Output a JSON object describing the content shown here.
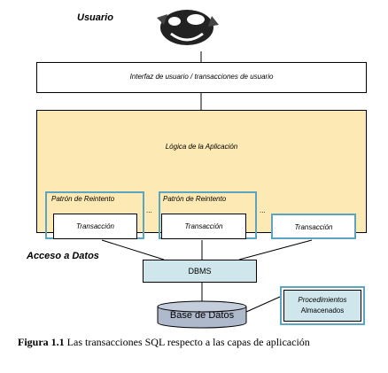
{
  "user": {
    "label": "Usuario",
    "icon": "user-avatar-icon"
  },
  "ui_layer": {
    "label": "Interfaz de usuario / transacciones de usuario"
  },
  "app_logic": {
    "label": "Lógica de la Aplicación",
    "fill": "#fde9b3"
  },
  "patterns": [
    {
      "label": "Patrón de Reintento"
    },
    {
      "label": "Patrón de Reintento"
    }
  ],
  "transactions": [
    {
      "label": "Transacción"
    },
    {
      "label": "Transacción"
    },
    {
      "label": "Transacción"
    }
  ],
  "ellipsis": [
    "...",
    "..."
  ],
  "data_access": {
    "label": "Acceso a Datos"
  },
  "dbms": {
    "label": "DBMS",
    "fill": "#cfe7ec"
  },
  "database": {
    "label": "Base de Datos",
    "fill": "#aeb9cc"
  },
  "stored_procedures": {
    "line1": "Procedimientos",
    "line2": "Almacenados",
    "fill": "#cfe7ec"
  },
  "caption": {
    "label": "Figura 1.1",
    "text": "Las transacciones SQL respecto a las capas de aplicación"
  },
  "colors": {
    "accent_frame": "#5aa6c2"
  }
}
